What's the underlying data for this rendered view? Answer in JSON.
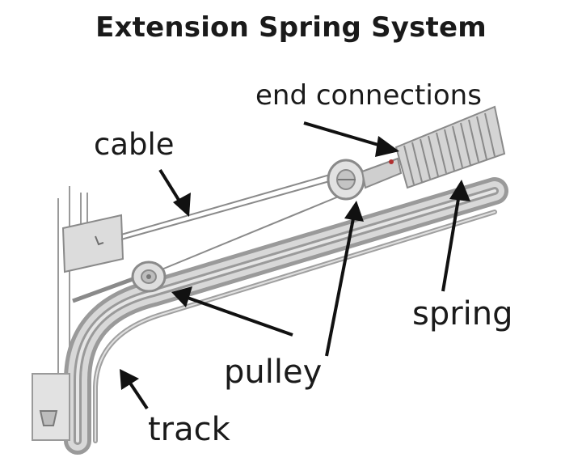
{
  "title": "Extension Spring System",
  "labels": {
    "end_connections": "end connections",
    "cable": "cable",
    "spring": "spring",
    "pulley": "pulley",
    "track": "track"
  },
  "colors": {
    "sketch": "#8a8a8a",
    "sketch_fill": "#cfcfcf",
    "arrow": "#111111",
    "text": "#1a1a1a",
    "accent_dot": "#b03030"
  }
}
